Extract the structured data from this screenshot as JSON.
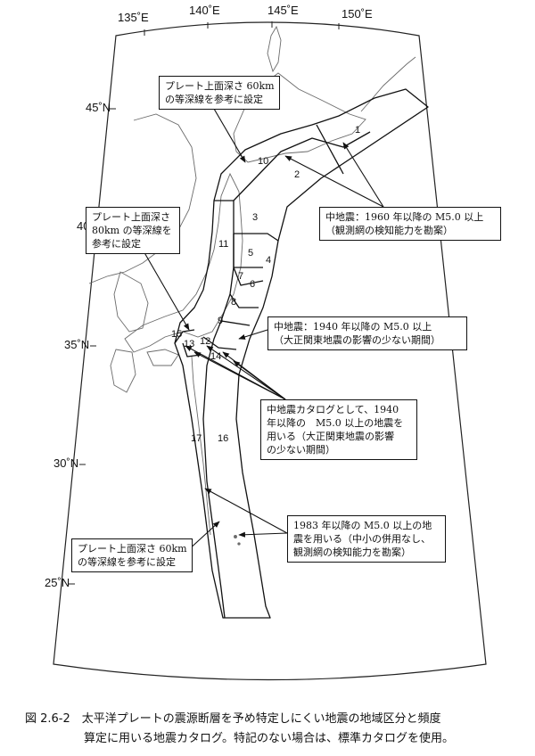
{
  "map": {
    "lon_labels": [
      "135˚E",
      "140˚E",
      "145˚E",
      "150˚E"
    ],
    "lat_labels": [
      "45˚N",
      "40˚N",
      "35˚N",
      "30˚N",
      "25˚N"
    ],
    "zone_labels": [
      "1",
      "2",
      "3",
      "4",
      "5",
      "6",
      "7",
      "8",
      "9",
      "10",
      "11",
      "12",
      "13",
      "14",
      "15",
      "16",
      "17"
    ],
    "colors": {
      "line": "#111111",
      "coast": "#6b6b6b",
      "frame": "#222222",
      "background": "#ffffff"
    }
  },
  "annotations": {
    "top_note": [
      "プレート上面深さ 60km",
      "の等深線を参考に設定"
    ],
    "left_note": [
      "プレート上面深さ",
      "80km の等深線を",
      "参考に設定"
    ],
    "note_1960": [
      "中地震：1960 年以降の M5.0 以上",
      "（観測網の検知能力を勘案）"
    ],
    "note_1940": [
      "中地震：1940 年以降の M5.0 以上",
      "（大正関東地震の影響の少ない期間）"
    ],
    "note_catalog": [
      "中地震カタログとして、1940",
      "年以降の　M5.0 以上の地震を",
      "用いる（大正関東地震の影響",
      "の少ない期間）"
    ],
    "note_1983": [
      "1983 年以降の M5.0 以上の地",
      "震を用いる（中小の併用なし、",
      "観測網の検知能力を勘案）"
    ],
    "bottom_note": [
      "プレート上面深さ 60km",
      "の等深線を参考に設定"
    ]
  },
  "caption": {
    "line1": "図 2.6-2　太平洋プレートの震源断層を予め特定しにくい地震の地域区分と頻度",
    "line2": "算定に用いる地震カタログ。特記のない場合は、標準カタログを使用。"
  }
}
